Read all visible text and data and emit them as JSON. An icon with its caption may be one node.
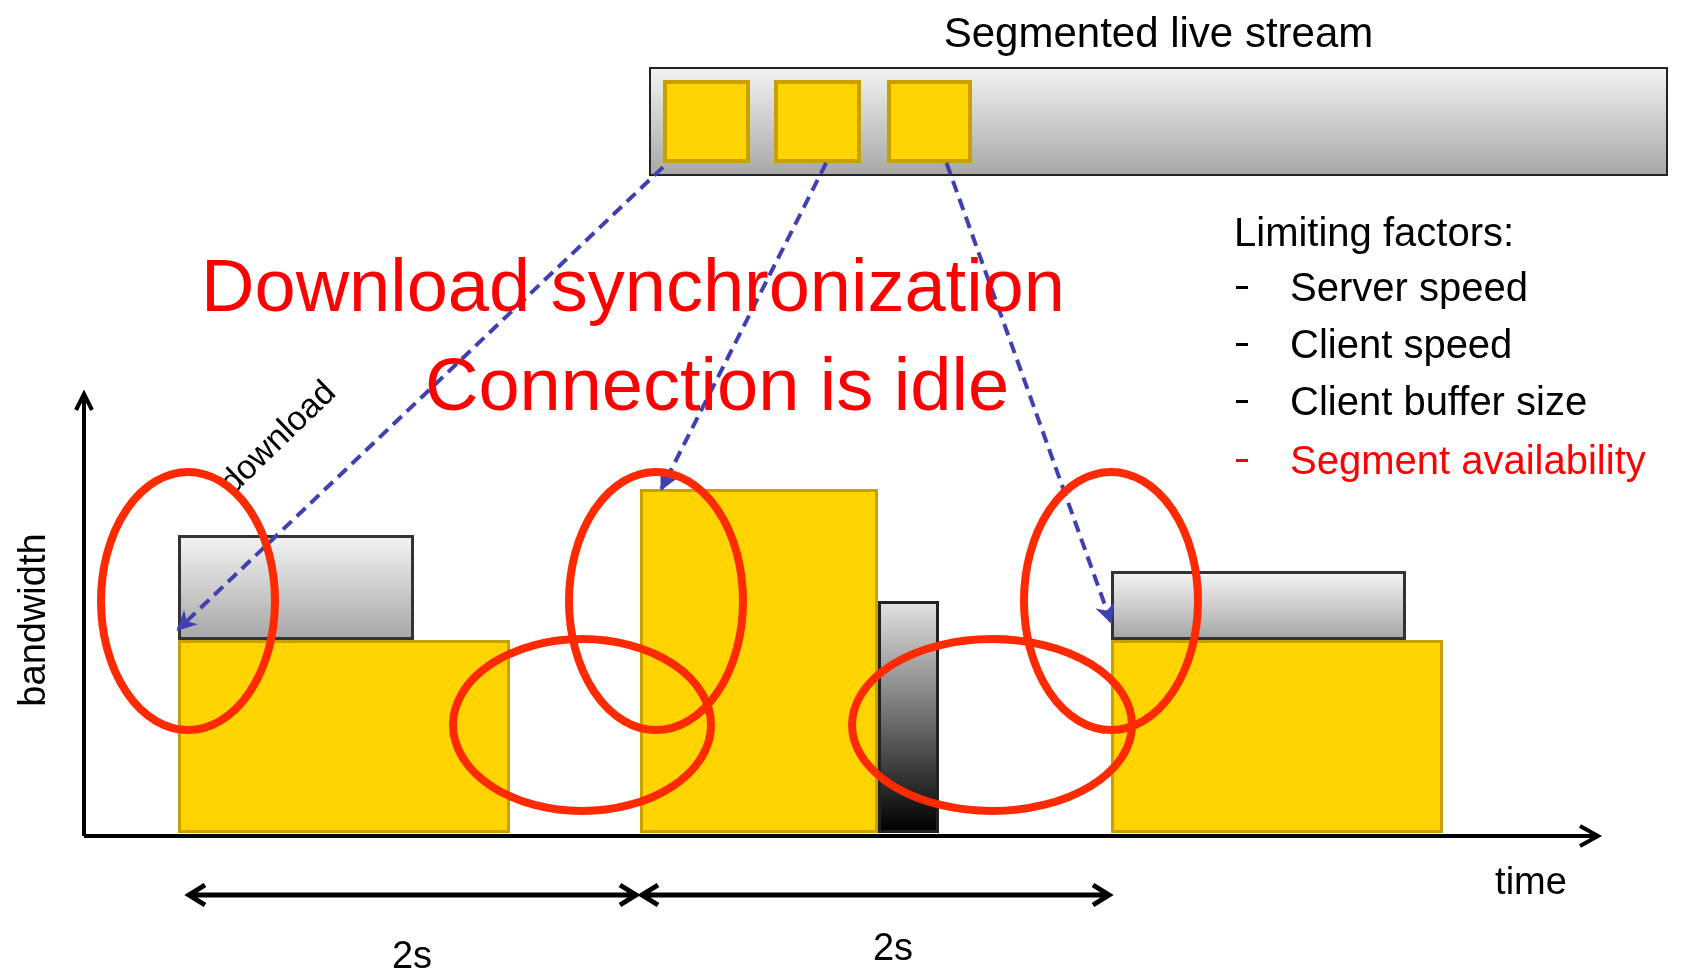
{
  "diagram": {
    "nodes": [
      {
        "text": [
          "Segmented live stream"
        ]
      },
      {
        "text": [],
        "shape": "box",
        "in": 0
      },
      {
        "text": [],
        "shape": "box",
        "in": 0
      },
      {
        "text": [],
        "shape": "box",
        "in": 0
      },
      {
        "text": [],
        "shape": "bar"
      },
      {
        "text": [],
        "shape": "bar"
      },
      {
        "text": [],
        "shape": "bar"
      },
      {
        "text": [],
        "shape": "bar"
      },
      {
        "text": [],
        "shape": "bar"
      },
      {
        "text": [],
        "shape": "bar"
      }
    ],
    "edges": [
      {
        "from": 1,
        "to": 4,
        "arrow": "to",
        "label": "download",
        "style": "dashed"
      },
      {
        "from": 2,
        "to": 6,
        "arrow": "to",
        "style": "dashed"
      },
      {
        "from": 3,
        "to": 8,
        "arrow": "to",
        "style": "dashed"
      }
    ],
    "labels": [
      "Download synchronization",
      "Connection is idle",
      "Limiting factors:",
      "Server speed",
      "Client speed",
      "Client buffer size",
      "Segment availability",
      "bandwidth",
      "time",
      "2s",
      "2s"
    ]
  }
}
